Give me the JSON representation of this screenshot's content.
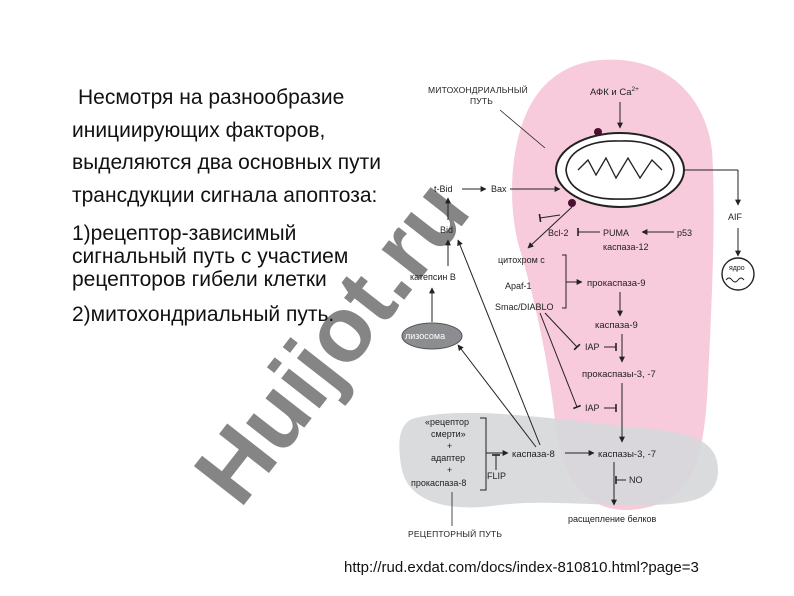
{
  "slide": {
    "intro": "Несмотря на разнообразие инициирующих факторов, выделяются два основных пути трансдукции сигнала апоптоза:",
    "item1": "1)рецептор-зависимый сигнальный путь с участием рецепторов гибели клетки",
    "item2": "2)митохондриальный путь.",
    "source": "http://rud.exdat.com/docs/index-810810.html?page=3"
  },
  "diagram": {
    "mito_path_line1": "МИТОХОНДРИАЛЬНЫЙ",
    "mito_path_line2": "ПУТЬ",
    "receptor_path": "РЕЦЕПТОРНЫЙ ПУТЬ",
    "afk": "АФК и Ca",
    "afk_sup": "2+",
    "t_bid": "t-Bid",
    "bax": "Bax",
    "bid": "Bid",
    "bcl2": "Bcl-2",
    "puma": "PUMA",
    "p53": "p53",
    "aif": "AIF",
    "nucleus": "ядро",
    "caspase12": "каспаза-12",
    "cytochrome_c": "цитохром c",
    "apaf1": "Apaf-1",
    "smac": "Smac/DIABLO",
    "procaspase9": "прокаспаза-9",
    "caspase9": "каспаза-9",
    "iap1": "IAP",
    "procaspases37": "прокаспазы-3, -7",
    "iap2": "IAP",
    "cathepsin": "катепсин B",
    "lysosome": "лизосома",
    "receptor_line1": "«рецептор",
    "receptor_line2": "смерти»",
    "plus1": "+",
    "adapter": "адаптер",
    "plus2": "+",
    "procaspase8": "прокаспаза-8",
    "caspase8": "каспаза-8",
    "flip": "FLIP",
    "caspases37": "каспазы-3, -7",
    "no": "NO",
    "protein_cleavage": "расщепление белков"
  },
  "watermark": "Huijot.ru",
  "colors": {
    "mito_region": "#f7cbdc",
    "receptor_region": "#d6d8da",
    "watermark": "#b3a3dd",
    "arrows": "#222222"
  }
}
